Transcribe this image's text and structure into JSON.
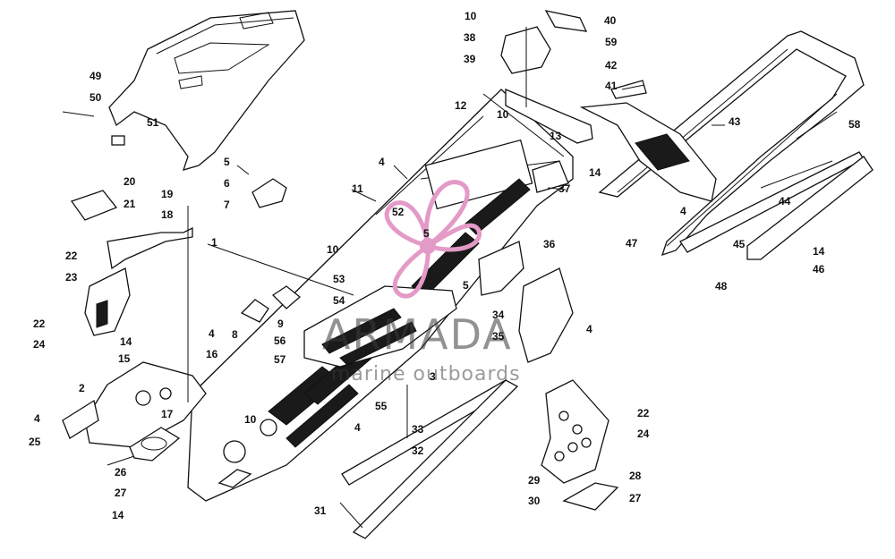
{
  "watermark": {
    "brand": "ARMADA",
    "tagline": "marine outboards",
    "logo_color": "#e49ac6"
  },
  "parts": {
    "c1": "1",
    "c2": "2",
    "c3": "3",
    "c4a": "4",
    "c4b": "4",
    "c4c": "4",
    "c4d": "4",
    "c4e": "4",
    "c4f": "4",
    "c5a": "5",
    "c5b": "5",
    "c5c": "5",
    "c6": "6",
    "c7": "7",
    "c8": "8",
    "c9": "9",
    "c10a": "10",
    "c10b": "10",
    "c10c": "10",
    "c10d": "10",
    "c11": "11",
    "c12": "12",
    "c13": "13",
    "c14a": "14",
    "c14b": "14",
    "c14c": "14",
    "c14d": "14",
    "c15": "15",
    "c16": "16",
    "c17": "17",
    "c18": "18",
    "c19": "19",
    "c20": "20",
    "c21": "21",
    "c22a": "22",
    "c22b": "22",
    "c22c": "22",
    "c23": "23",
    "c24a": "24",
    "c24b": "24",
    "c25": "25",
    "c26": "26",
    "c27a": "27",
    "c27b": "27",
    "c28": "28",
    "c29": "29",
    "c30": "30",
    "c31": "31",
    "c32": "32",
    "c33": "33",
    "c34": "34",
    "c35": "35",
    "c36": "36",
    "c37": "37",
    "c38": "38",
    "c39": "39",
    "c40": "40",
    "c41": "41",
    "c42": "42",
    "c43": "43",
    "c44": "44",
    "c45": "45",
    "c46": "46",
    "c47": "47",
    "c48": "48",
    "c49": "49",
    "c50": "50",
    "c51": "51",
    "c52": "52",
    "c53": "53",
    "c54": "54",
    "c55": "55",
    "c56": "56",
    "c57": "57",
    "c58": "58",
    "c59": "59"
  }
}
